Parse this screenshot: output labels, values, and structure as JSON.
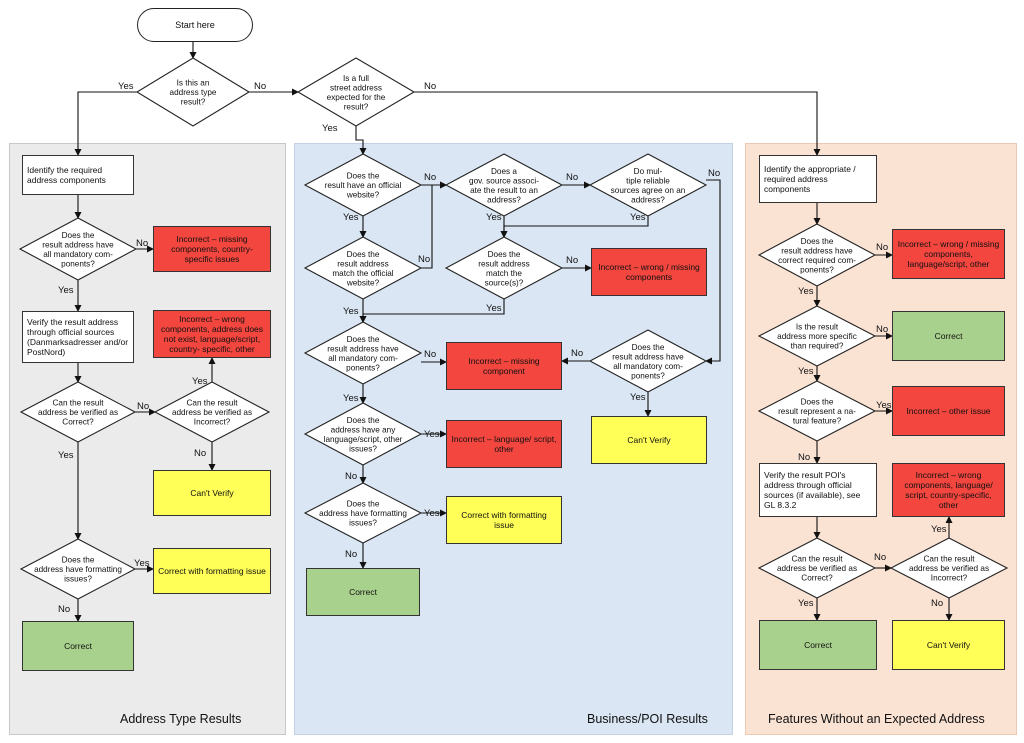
{
  "panels": {
    "address_type": "Address Type Results",
    "business_poi": "Business/POI Results",
    "features": "Features Without an Expected Address"
  },
  "start": "Start here",
  "top": {
    "q1": [
      "Is this an",
      "address type",
      "result?"
    ],
    "q2": [
      "Is a full",
      "street address",
      "expected for the",
      "result?"
    ]
  },
  "address": {
    "identify": "Identify the required address components",
    "q_mandatory": [
      "Does the",
      "result address have",
      "all mandatory com-",
      "ponents?"
    ],
    "r_missing": "Incorrect – missing components, country-specific issues",
    "verify": "Verify the result address through official sources (Danmarksadresser and/or PostNord)",
    "r_wrong": "Incorrect – wrong components, address does not exist, language/script, country- specific, other",
    "q_correct": [
      "Can the result",
      "address be verified as",
      "Correct?"
    ],
    "q_incorrect": [
      "Can the result",
      "address be verified as",
      "Incorrect?"
    ],
    "r_cant": "Can't Verify",
    "q_format": [
      "Does the",
      "address have formatting",
      "issues?"
    ],
    "r_format": "Correct with formatting issue",
    "r_correct": "Correct"
  },
  "business": {
    "q_website": [
      "Does the",
      "result have an official",
      "website?"
    ],
    "q_gov": [
      "Does a",
      "gov. source associ-",
      "ate the result to an",
      "address?"
    ],
    "q_multi": [
      "Do mul-",
      "tiple reliable",
      "sources agree on an",
      "address?"
    ],
    "q_match_web": [
      "Does the",
      "result address",
      "match the official",
      "website?"
    ],
    "q_match_src": [
      "Does the",
      "result address",
      "match the",
      "source(s)?"
    ],
    "r_wrong": "Incorrect – wrong / missing components",
    "q_mand_left": [
      "Does the",
      "result address have",
      "all mandatory com-",
      "ponents?"
    ],
    "q_mand_right": [
      "Does the",
      "result address have",
      "all mandatory com-",
      "ponents?"
    ],
    "r_missing": "Incorrect – missing component",
    "r_cant": "Can't Verify",
    "q_lang": [
      "Does the",
      "address have any",
      "language/script, other",
      "issues?"
    ],
    "r_lang": "Incorrect – language/ script, other",
    "q_format": [
      "Does the",
      "address have formatting",
      "issues?"
    ],
    "r_format": "Correct with formatting issue",
    "r_correct": "Correct"
  },
  "features": {
    "identify": "Identify the appropriate / required address components",
    "q_required": [
      "Does the",
      "result address have",
      "correct required com-",
      "ponents?"
    ],
    "r_wrong": "Incorrect – wrong / missing components, language/script, other",
    "q_specific": [
      "Is the result",
      "address more specific",
      "than required?"
    ],
    "r_correct1": "Correct",
    "q_natural": [
      "Does the",
      "result represent a na-",
      "tural feature?"
    ],
    "r_other": "Incorrect – other issue",
    "verify": "Verify the result POI's address through official sources (if available), see GL 8.3.2",
    "r_wrong2": "Incorrect – wrong components, language/ script, country-specific, other",
    "q_correct": [
      "Can the result",
      "address be verified as",
      "Correct?"
    ],
    "q_incorrect": [
      "Can the result",
      "address be verified as",
      "Incorrect?"
    ],
    "r_correct2": "Correct",
    "r_cant": "Can't Verify"
  },
  "labels": {
    "yes": "Yes",
    "no": "No"
  },
  "colors": {
    "panel_gray": "#ebebeb",
    "panel_blue": "#dae6f3",
    "panel_peach": "#fbe3d4",
    "red": "#f2463f",
    "yellow": "#ffff57",
    "green": "#a9d18e"
  }
}
